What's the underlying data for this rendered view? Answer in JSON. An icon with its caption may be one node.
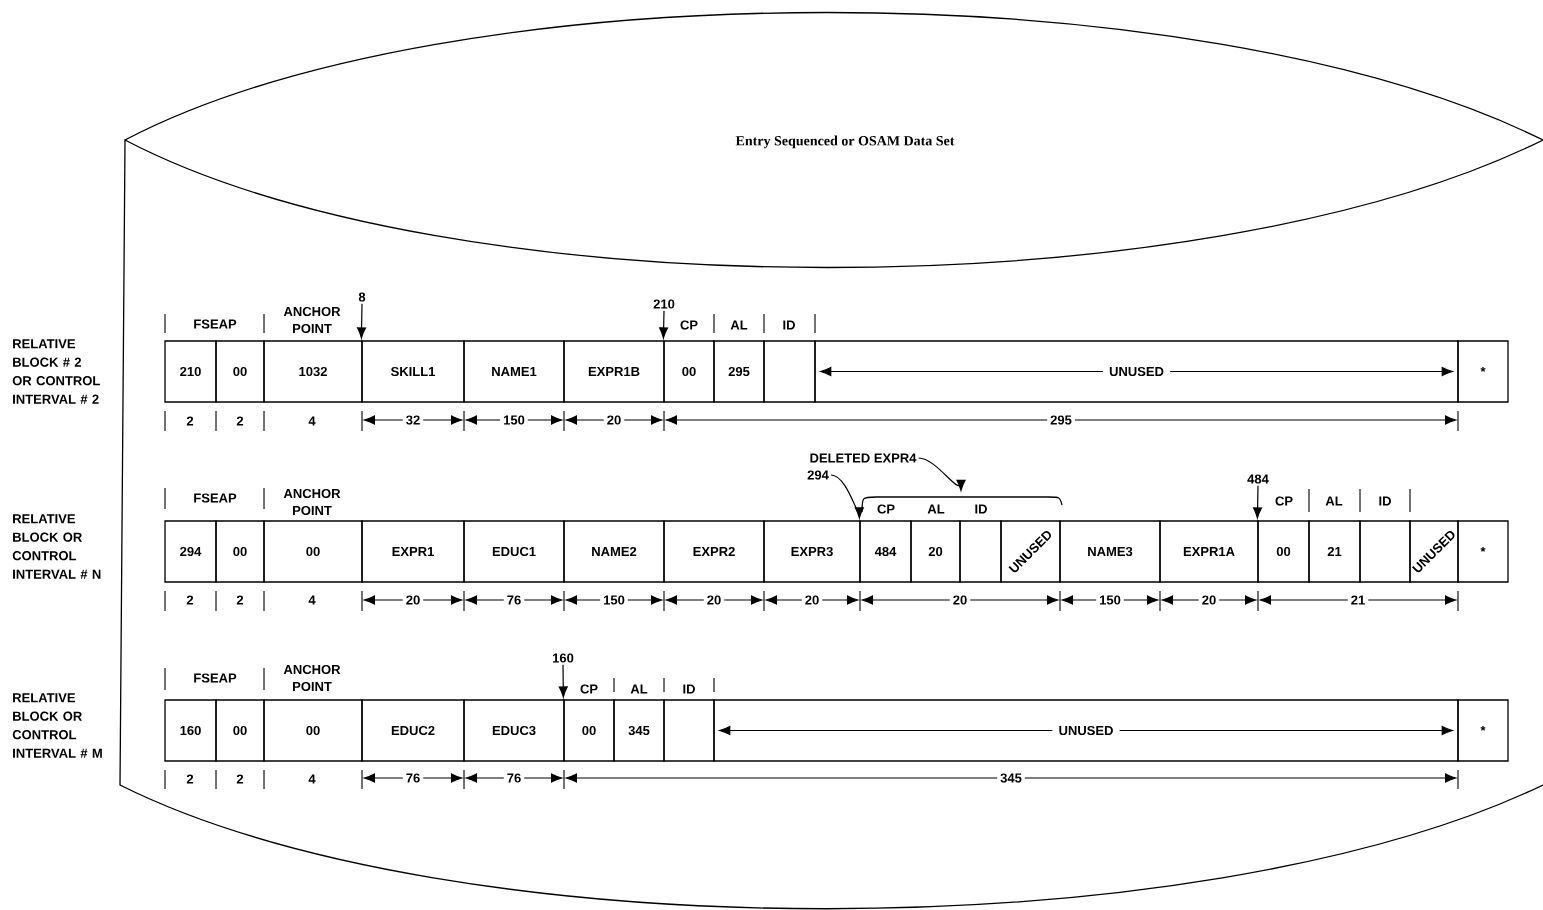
{
  "diagram": {
    "nodes": [
      {
        "text": [
          "Entry Sequenced or OSAM Data Set"
        ]
      },
      {
        "text": [
          "210"
        ],
        "in": 0
      },
      {
        "text": [
          "00"
        ],
        "in": 0
      },
      {
        "text": [
          "1032"
        ],
        "in": 0
      },
      {
        "text": [
          "SKILL1"
        ],
        "in": 0
      },
      {
        "text": [
          "NAME1"
        ],
        "in": 0
      },
      {
        "text": [
          "EXPR1B"
        ],
        "in": 0
      },
      {
        "text": [
          "00"
        ],
        "in": 0
      },
      {
        "text": [
          "295"
        ],
        "in": 0
      },
      {
        "text": [],
        "shape": "box",
        "in": 0
      },
      {
        "text": [
          "UNUSED"
        ],
        "in": 0
      },
      {
        "text": [
          "*"
        ],
        "in": 0
      },
      {
        "text": [
          "294"
        ],
        "in": 0
      },
      {
        "text": [
          "00"
        ],
        "in": 0
      },
      {
        "text": [
          "00"
        ],
        "in": 0
      },
      {
        "text": [
          "EXPR1"
        ],
        "in": 0
      },
      {
        "text": [
          "EDUC1"
        ],
        "in": 0
      },
      {
        "text": [
          "NAME2"
        ],
        "in": 0
      },
      {
        "text": [
          "EXPR2"
        ],
        "in": 0
      },
      {
        "text": [
          "EXPR3"
        ],
        "in": 0
      },
      {
        "text": [
          "484"
        ],
        "in": 0
      },
      {
        "text": [
          "20"
        ],
        "in": 0
      },
      {
        "text": [],
        "shape": "box",
        "in": 0
      },
      {
        "text": [
          "UNUSED"
        ],
        "in": 0
      },
      {
        "text": [
          "NAME3"
        ],
        "in": 0
      },
      {
        "text": [
          "EXPR1A"
        ],
        "in": 0
      },
      {
        "text": [
          "00"
        ],
        "in": 0
      },
      {
        "text": [
          "21"
        ],
        "in": 0
      },
      {
        "text": [],
        "shape": "box",
        "in": 0
      },
      {
        "text": [
          "UNUSED"
        ],
        "in": 0
      },
      {
        "text": [
          "*"
        ],
        "in": 0
      },
      {
        "text": [
          "160"
        ],
        "in": 0
      },
      {
        "text": [
          "00"
        ],
        "in": 0
      },
      {
        "text": [
          "00"
        ],
        "in": 0
      },
      {
        "text": [
          "EDUC2"
        ],
        "in": 0
      },
      {
        "text": [
          "EDUC3"
        ],
        "in": 0
      },
      {
        "text": [
          "00"
        ],
        "in": 0
      },
      {
        "text": [
          "345"
        ],
        "in": 0
      },
      {
        "text": [],
        "shape": "box",
        "in": 0
      },
      {
        "text": [
          "UNUSED"
        ],
        "in": 0
      },
      {
        "text": [
          "*"
        ],
        "in": 0
      },
      {
        "text": [
          "8"
        ],
        "in": 0
      },
      {
        "text": [
          "210"
        ],
        "in": 0
      },
      {
        "text": [
          "DELETED EXPR4"
        ],
        "in": 0
      },
      {
        "text": [
          "294"
        ],
        "in": 0
      },
      {
        "text": [
          "484"
        ],
        "in": 0
      },
      {
        "text": [
          "160"
        ],
        "in": 0
      },
      {
        "text": [],
        "shape": "brace",
        "in": 0
      }
    ],
    "edges": [
      {
        "from": 41,
        "to": 4,
        "arrow": "to"
      },
      {
        "from": 42,
        "to": 7,
        "arrow": "to"
      },
      {
        "from": 43,
        "to": 47,
        "arrow": "to"
      },
      {
        "from": 44,
        "to": 20,
        "arrow": "to"
      },
      {
        "from": 45,
        "to": 26,
        "arrow": "to"
      },
      {
        "from": 46,
        "to": 36,
        "arrow": "to"
      }
    ],
    "labels": [
      "FSEAP",
      "ANCHOR POINT",
      "CP",
      "AL",
      "ID",
      "RELATIVE BLOCK # 2 OR CONTROL INTERVAL # 2",
      "2",
      "2",
      "4",
      "32",
      "150",
      "20",
      "295",
      "FSEAP",
      "ANCHOR POINT",
      "CP",
      "AL",
      "ID",
      "CP",
      "AL",
      "ID",
      "RELATIVE BLOCK OR CONTROL INTERVAL # N",
      "2",
      "2",
      "4",
      "20",
      "76",
      "150",
      "20",
      "20",
      "20",
      "150",
      "20",
      "21",
      "FSEAP",
      "ANCHOR POINT",
      "CP",
      "AL",
      "ID",
      "RELATIVE BLOCK OR CONTROL INTERVAL # M",
      "2",
      "2",
      "4",
      "76",
      "76",
      "345"
    ]
  }
}
